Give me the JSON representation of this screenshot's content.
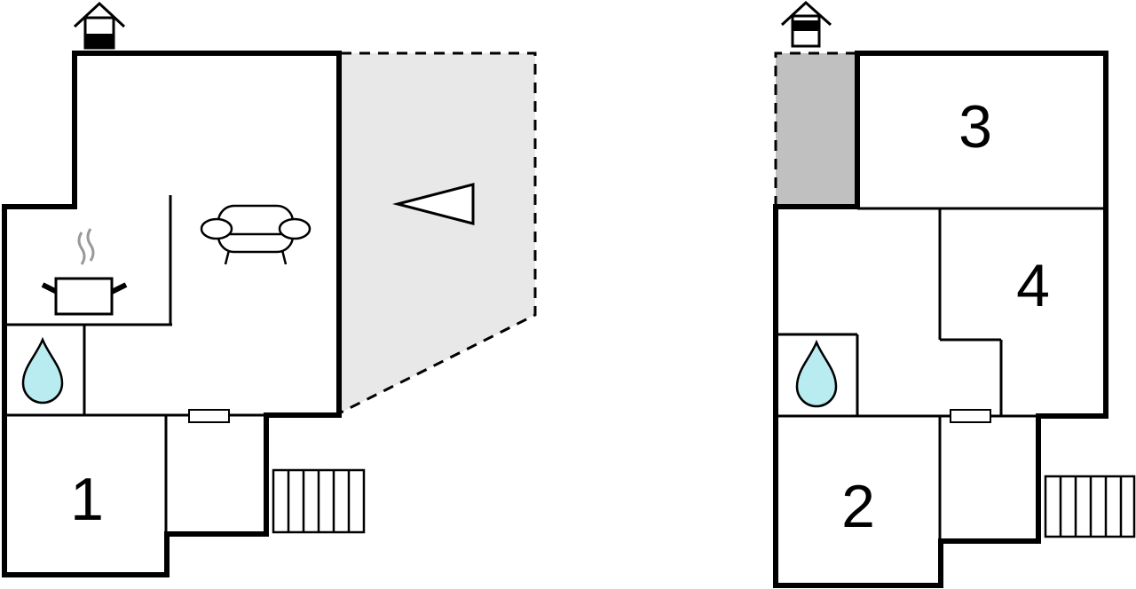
{
  "floor_ground": {
    "rooms": [
      {
        "label": "1"
      }
    ],
    "icons": [
      "entrance-house-icon",
      "kitchen-pot-icon",
      "sofa-icon",
      "bathroom-water-drop-icon",
      "stairs-icon",
      "terrace-direction-arrow-icon"
    ],
    "colors": {
      "terrace": "#e8e8e8",
      "water_drop": "#b9ecf0",
      "steam": "#999999"
    }
  },
  "floor_upper": {
    "rooms": [
      {
        "label": "2"
      },
      {
        "label": "3"
      },
      {
        "label": "4"
      }
    ],
    "icons": [
      "entrance-house-icon",
      "bathroom-water-drop-icon",
      "stairs-icon"
    ],
    "colors": {
      "void_area": "#c0c0c0",
      "water_drop": "#b9ecf0"
    }
  }
}
